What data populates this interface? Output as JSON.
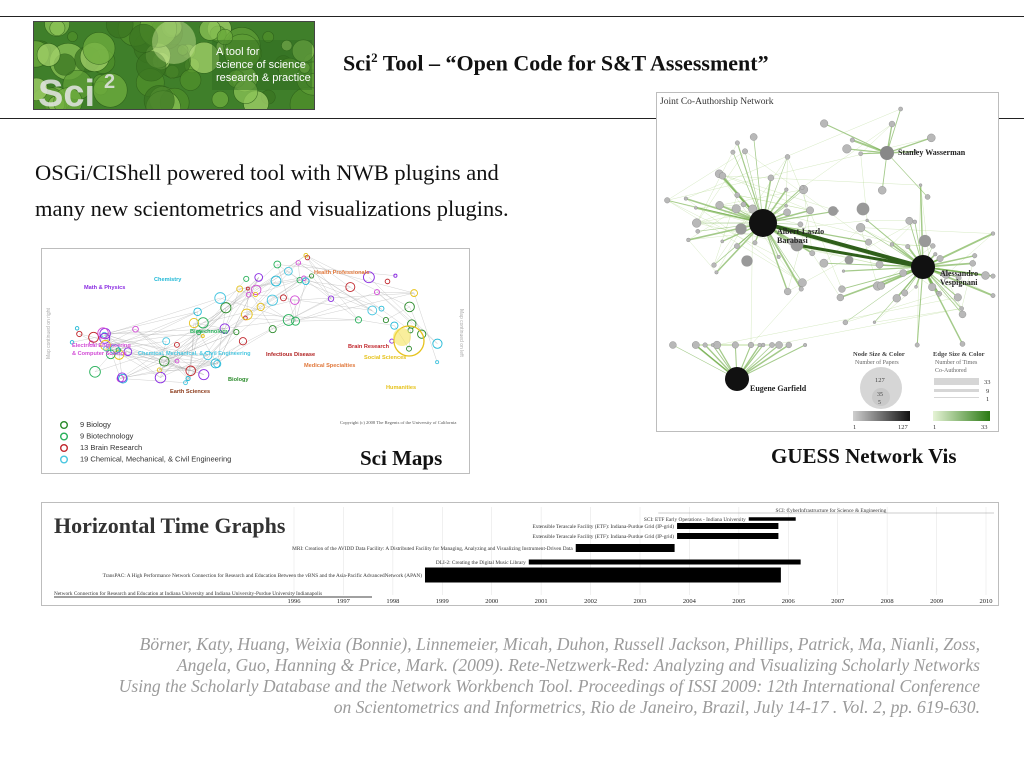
{
  "header": {
    "title_pre": "Sci",
    "title_sup": "2",
    "title_post": " Tool –  “Open Code for S&T Assessment”",
    "logo": {
      "lines": [
        "A tool for",
        "science of science",
        "research & practice"
      ],
      "brand": "Sci",
      "brand_sup": "2",
      "icon": "sci2-logo-icon"
    }
  },
  "subtitle": {
    "line1": "OSGi/CIShell powered tool with NWB plugins and",
    "line2": "many new scientometrics and visualizations plugins."
  },
  "sci_maps": {
    "caption": "Sci Maps",
    "copyright": "Copyright (c) 2008 The Regents of the University of California",
    "side_left": "Map continued on right",
    "side_right": "Map continued on left",
    "labels": [
      {
        "text": "Math & Physics",
        "color": "#8a2be2"
      },
      {
        "text": "Chemistry",
        "color": "#1fb8d6"
      },
      {
        "text": "Health Professionals",
        "color": "#e0773a"
      },
      {
        "text": "Electrical Engineering",
        "color": "#d24bd6"
      },
      {
        "text": "& Computer Science",
        "color": "#d24bd6"
      },
      {
        "text": "Biotechnology",
        "color": "#27b05a"
      },
      {
        "text": "Chemical, Mechanical, & Civil Engineering",
        "color": "#48c6e0"
      },
      {
        "text": "Infectious Disease",
        "color": "#b02020"
      },
      {
        "text": "Brain Research",
        "color": "#c1272d"
      },
      {
        "text": "Social Sciences",
        "color": "#e6c21a"
      },
      {
        "text": "Medical Specialties",
        "color": "#e0773a"
      },
      {
        "text": "Biology",
        "color": "#2a8a2a"
      },
      {
        "text": "Earth Sciences",
        "color": "#8b3a1a"
      },
      {
        "text": "Humanities",
        "color": "#e6c21a"
      }
    ],
    "legend": [
      {
        "text": "9 Biology",
        "color": "#2a8a2a"
      },
      {
        "text": "9 Biotechnology",
        "color": "#27b05a"
      },
      {
        "text": "13 Brain Research",
        "color": "#c1272d"
      },
      {
        "text": "19 Chemical, Mechanical, & Civil Engineering",
        "color": "#48c6e0"
      }
    ]
  },
  "network": {
    "caption": "GUESS Network Vis",
    "title": "Joint Co-Authorship Network",
    "hub_labels": [
      "Stanley Wasserman",
      "Albert-Laszlo",
      "Barabasi",
      "Alessandro",
      "Vespignani",
      "Eugene Garfield"
    ],
    "legend_node_title": "Node Size & Color",
    "legend_node_sub": "Number of Papers",
    "legend_node_values": [
      "127",
      "35",
      "5"
    ],
    "legend_node_range": [
      "1",
      "127"
    ],
    "legend_edge_title": "Edge Size & Color",
    "legend_edge_sub1": "Number of Times",
    "legend_edge_sub2": "Co-Authored",
    "legend_edge_values": [
      "33",
      "9",
      "1"
    ],
    "legend_edge_range": [
      "1",
      "33"
    ]
  },
  "time_graph": {
    "caption": "Horizontal Time Graphs",
    "years": [
      "1996",
      "1997",
      "1998",
      "1999",
      "2000",
      "2001",
      "2002",
      "2003",
      "2004",
      "2005",
      "2006",
      "2007",
      "2008",
      "2009",
      "2010"
    ],
    "bars": [
      {
        "label": "SCI:  CyberInfrastructure for Science & Engineering",
        "start": 2006.0,
        "end": 2006.0
      },
      {
        "label": "SCI: ETF Early Operations - Indiana University",
        "start": 2005.2,
        "end": 2006.15
      },
      {
        "label": "Extensible Terascale Facility (ETF): Indiana-Purdue Grid (IP-grid)",
        "start": 2003.75,
        "end": 2005.8
      },
      {
        "label": "Extensible Terascale Facility (ETF): Indiana-Purdue Grid (IP-grid)",
        "start": 2003.75,
        "end": 2005.8
      },
      {
        "label": "MRI:  Creation of the AVIDD Data Facility: A Distributed Facility for Managing, Analyzing and Visualizing Instrument-Driven Data",
        "start": 2001.7,
        "end": 2003.7
      },
      {
        "label": "DLI-2: Creating the Digital Music Library",
        "start": 2000.75,
        "end": 2006.25
      },
      {
        "label": "TransPAC: A High Performance Network Connection for Research and Education Between the vBNS and the Asia-Pacific AdvancedNetwork (APAN)",
        "start": 1998.65,
        "end": 2005.85
      },
      {
        "label": "Network Connection for Research and Education at Indiana University and Indiana University-Purdue University Indianapolis",
        "start": 1996.0,
        "end": 1996.0
      }
    ]
  },
  "citation": {
    "line1": "Börner, Katy, Huang, Weixia (Bonnie), Linnemeier, Micah, Duhon, Russell Jackson, Phillips, Patrick, Ma, Nianli, Zoss,",
    "line2": "Angela,  Guo, Hanning & Price, Mark. (2009). Rete-Netzwerk-Red: Analyzing and Visualizing Scholarly Networks",
    "line3": "Using the Scholarly Database and the Network Workbench Tool. Proceedings of ISSI 2009: 12th International Conference",
    "line4": "on Scientometrics and Informetrics, Rio de Janeiro, Brazil, July 14-17 . Vol. 2, pp. 619-630."
  },
  "colors": {
    "network_green": "#5aa02c",
    "citation_gray": "#9b9b9b"
  }
}
